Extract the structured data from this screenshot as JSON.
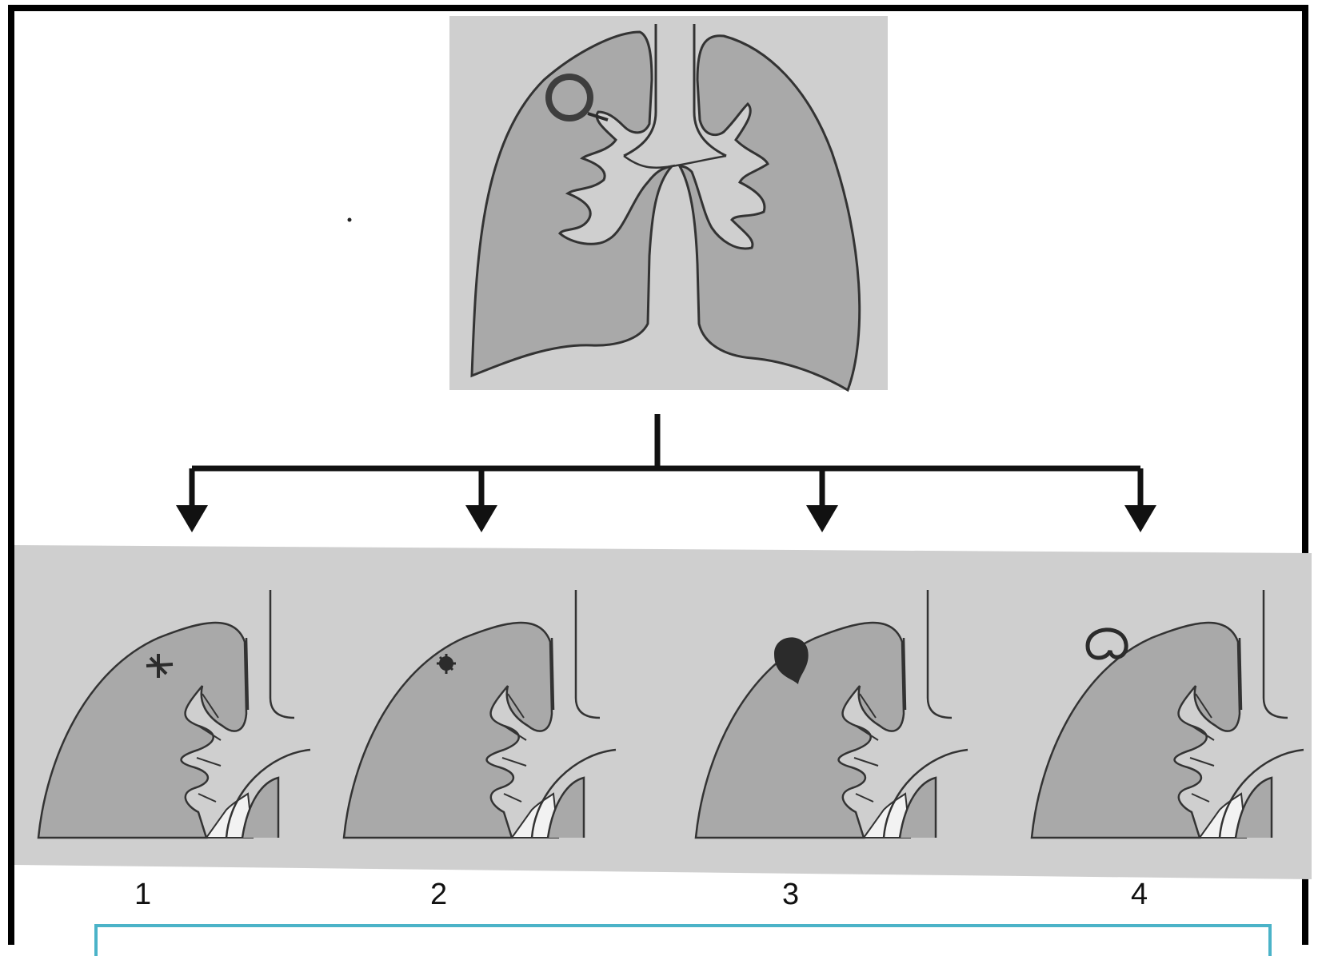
{
  "diagram": {
    "stages": [
      {
        "label": "1",
        "icon": "stellate-scar-icon"
      },
      {
        "label": "2",
        "icon": "spiculated-nodule-icon"
      },
      {
        "label": "3",
        "icon": "solid-mass-icon"
      },
      {
        "label": "4",
        "icon": "cavity-icon"
      }
    ]
  },
  "colors": {
    "lung_fill": "#a9a9a9",
    "background_panel": "#cfcfcf",
    "airway": "#f2f2f2",
    "lesion_dark": "#2b2b2b",
    "caption_border": "#4bb3c8"
  }
}
